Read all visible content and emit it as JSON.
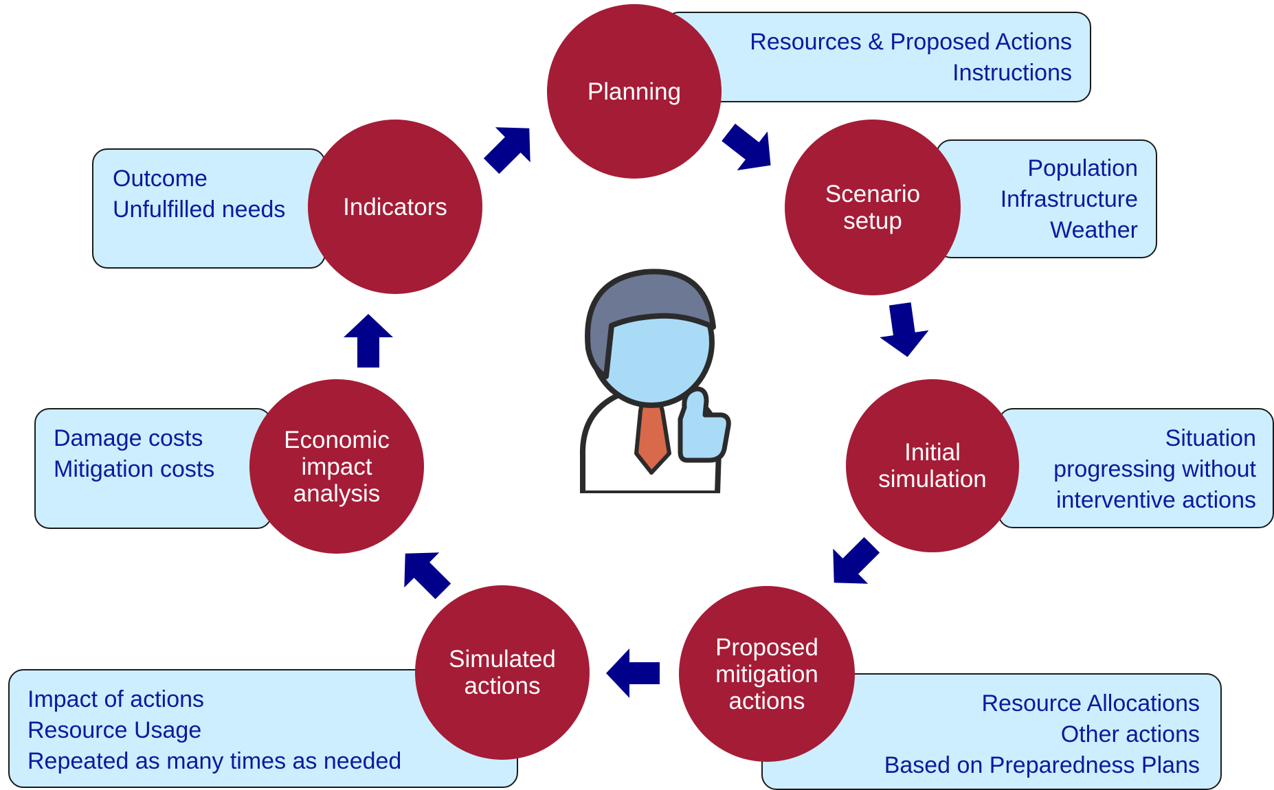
{
  "nodes": {
    "planning": {
      "lines": [
        "Planning"
      ],
      "box": [
        "Resources & Proposed Actions",
        "Instructions"
      ]
    },
    "scenario_setup": {
      "lines": [
        "Scenario",
        "setup"
      ],
      "box": [
        "Population",
        "Infrastructure",
        "Weather"
      ]
    },
    "initial_simulation": {
      "lines": [
        "Initial",
        "simulation"
      ],
      "box": [
        "Situation",
        "progressing without",
        "interventive actions"
      ]
    },
    "proposed_mitigation": {
      "lines": [
        "Proposed",
        "mitigation",
        "actions"
      ],
      "box": [
        "Resource Allocations",
        "Other actions",
        "Based on Preparedness Plans"
      ]
    },
    "simulated_actions": {
      "lines": [
        "Simulated",
        "actions"
      ],
      "box": [
        "Impact of actions",
        "Resource Usage",
        "Repeated as many times as needed"
      ]
    },
    "economic_impact": {
      "lines": [
        "Economic",
        "impact",
        "analysis"
      ],
      "box": [
        "Damage costs",
        "Mitigation costs"
      ]
    },
    "indicators": {
      "lines": [
        "Indicators"
      ],
      "box": [
        "Outcome",
        "Unfulfilled needs"
      ]
    }
  },
  "colors": {
    "circle_fill": "#a51c36",
    "box_fill": "#cceeff",
    "box_text": "#0a1a9e",
    "arrow": "#00008b"
  },
  "icons": {
    "center": "user-with-tie-thumbs-up-icon",
    "connector": "block-arrow-icon"
  }
}
